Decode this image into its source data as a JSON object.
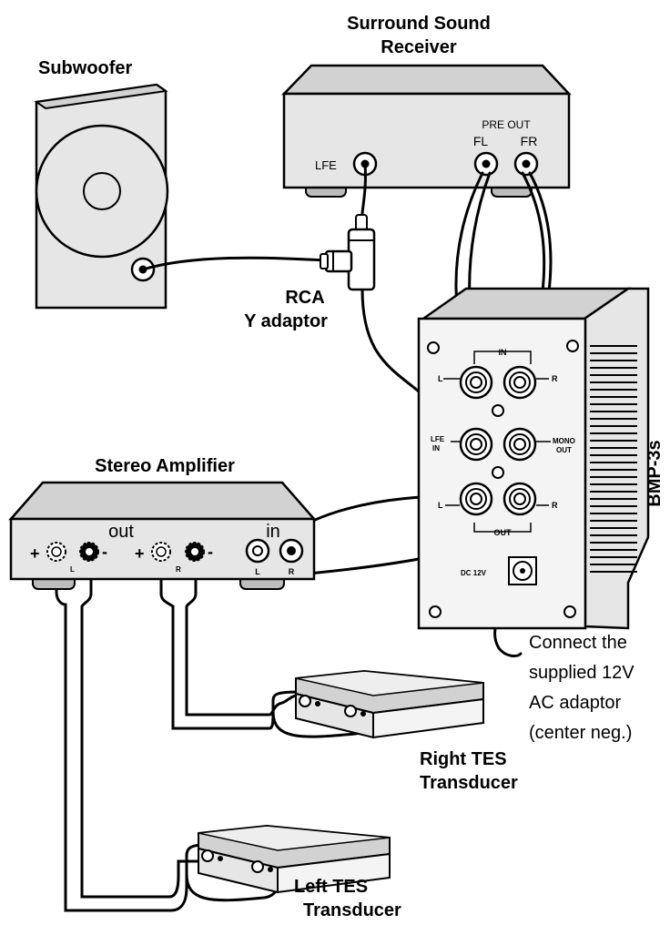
{
  "labels": {
    "receiver_title_1": "Surround Sound",
    "receiver_title_2": "Receiver",
    "subwoofer_title": "Subwoofer",
    "pre_out": "PRE OUT",
    "fl": "FL",
    "fr": "FR",
    "lfe": "LFE",
    "rca_1": "RCA",
    "rca_2": "Y adaptor",
    "bmp_title": "BMP-3s",
    "bmp_in": "IN",
    "bmp_out": "OUT",
    "bmp_l1": "L",
    "bmp_r1": "R",
    "bmp_lfe_in_1": "LFE",
    "bmp_lfe_in_2": "IN",
    "bmp_mono_1": "MONO",
    "bmp_mono_2": "OUT",
    "bmp_l2": "L",
    "bmp_r2": "R",
    "bmp_dc": "DC 12V",
    "amp_title": "Stereo Amplifier",
    "amp_out": "out",
    "amp_in": "in",
    "amp_plus_1": "+",
    "amp_minus_1": "-",
    "amp_plus_2": "+",
    "amp_minus_2": "-",
    "amp_l_small": "L",
    "amp_r_small": "R",
    "amp_in_l": "L",
    "amp_in_r": "R",
    "note_1": "Connect the",
    "note_2": "supplied 12V",
    "note_3": "AC adaptor",
    "note_4": "(center neg.)",
    "right_tes_1": "Right TES",
    "right_tes_2": "Transducer",
    "left_tes_1": "Left TES",
    "left_tes_2": "Transducer"
  },
  "colors": {
    "line": "#000000",
    "device_fill": "#e6e6e6",
    "device_top": "#d2d2d2",
    "panel_fill": "#f4f4f4",
    "foot_fill": "#bdbdbd"
  }
}
